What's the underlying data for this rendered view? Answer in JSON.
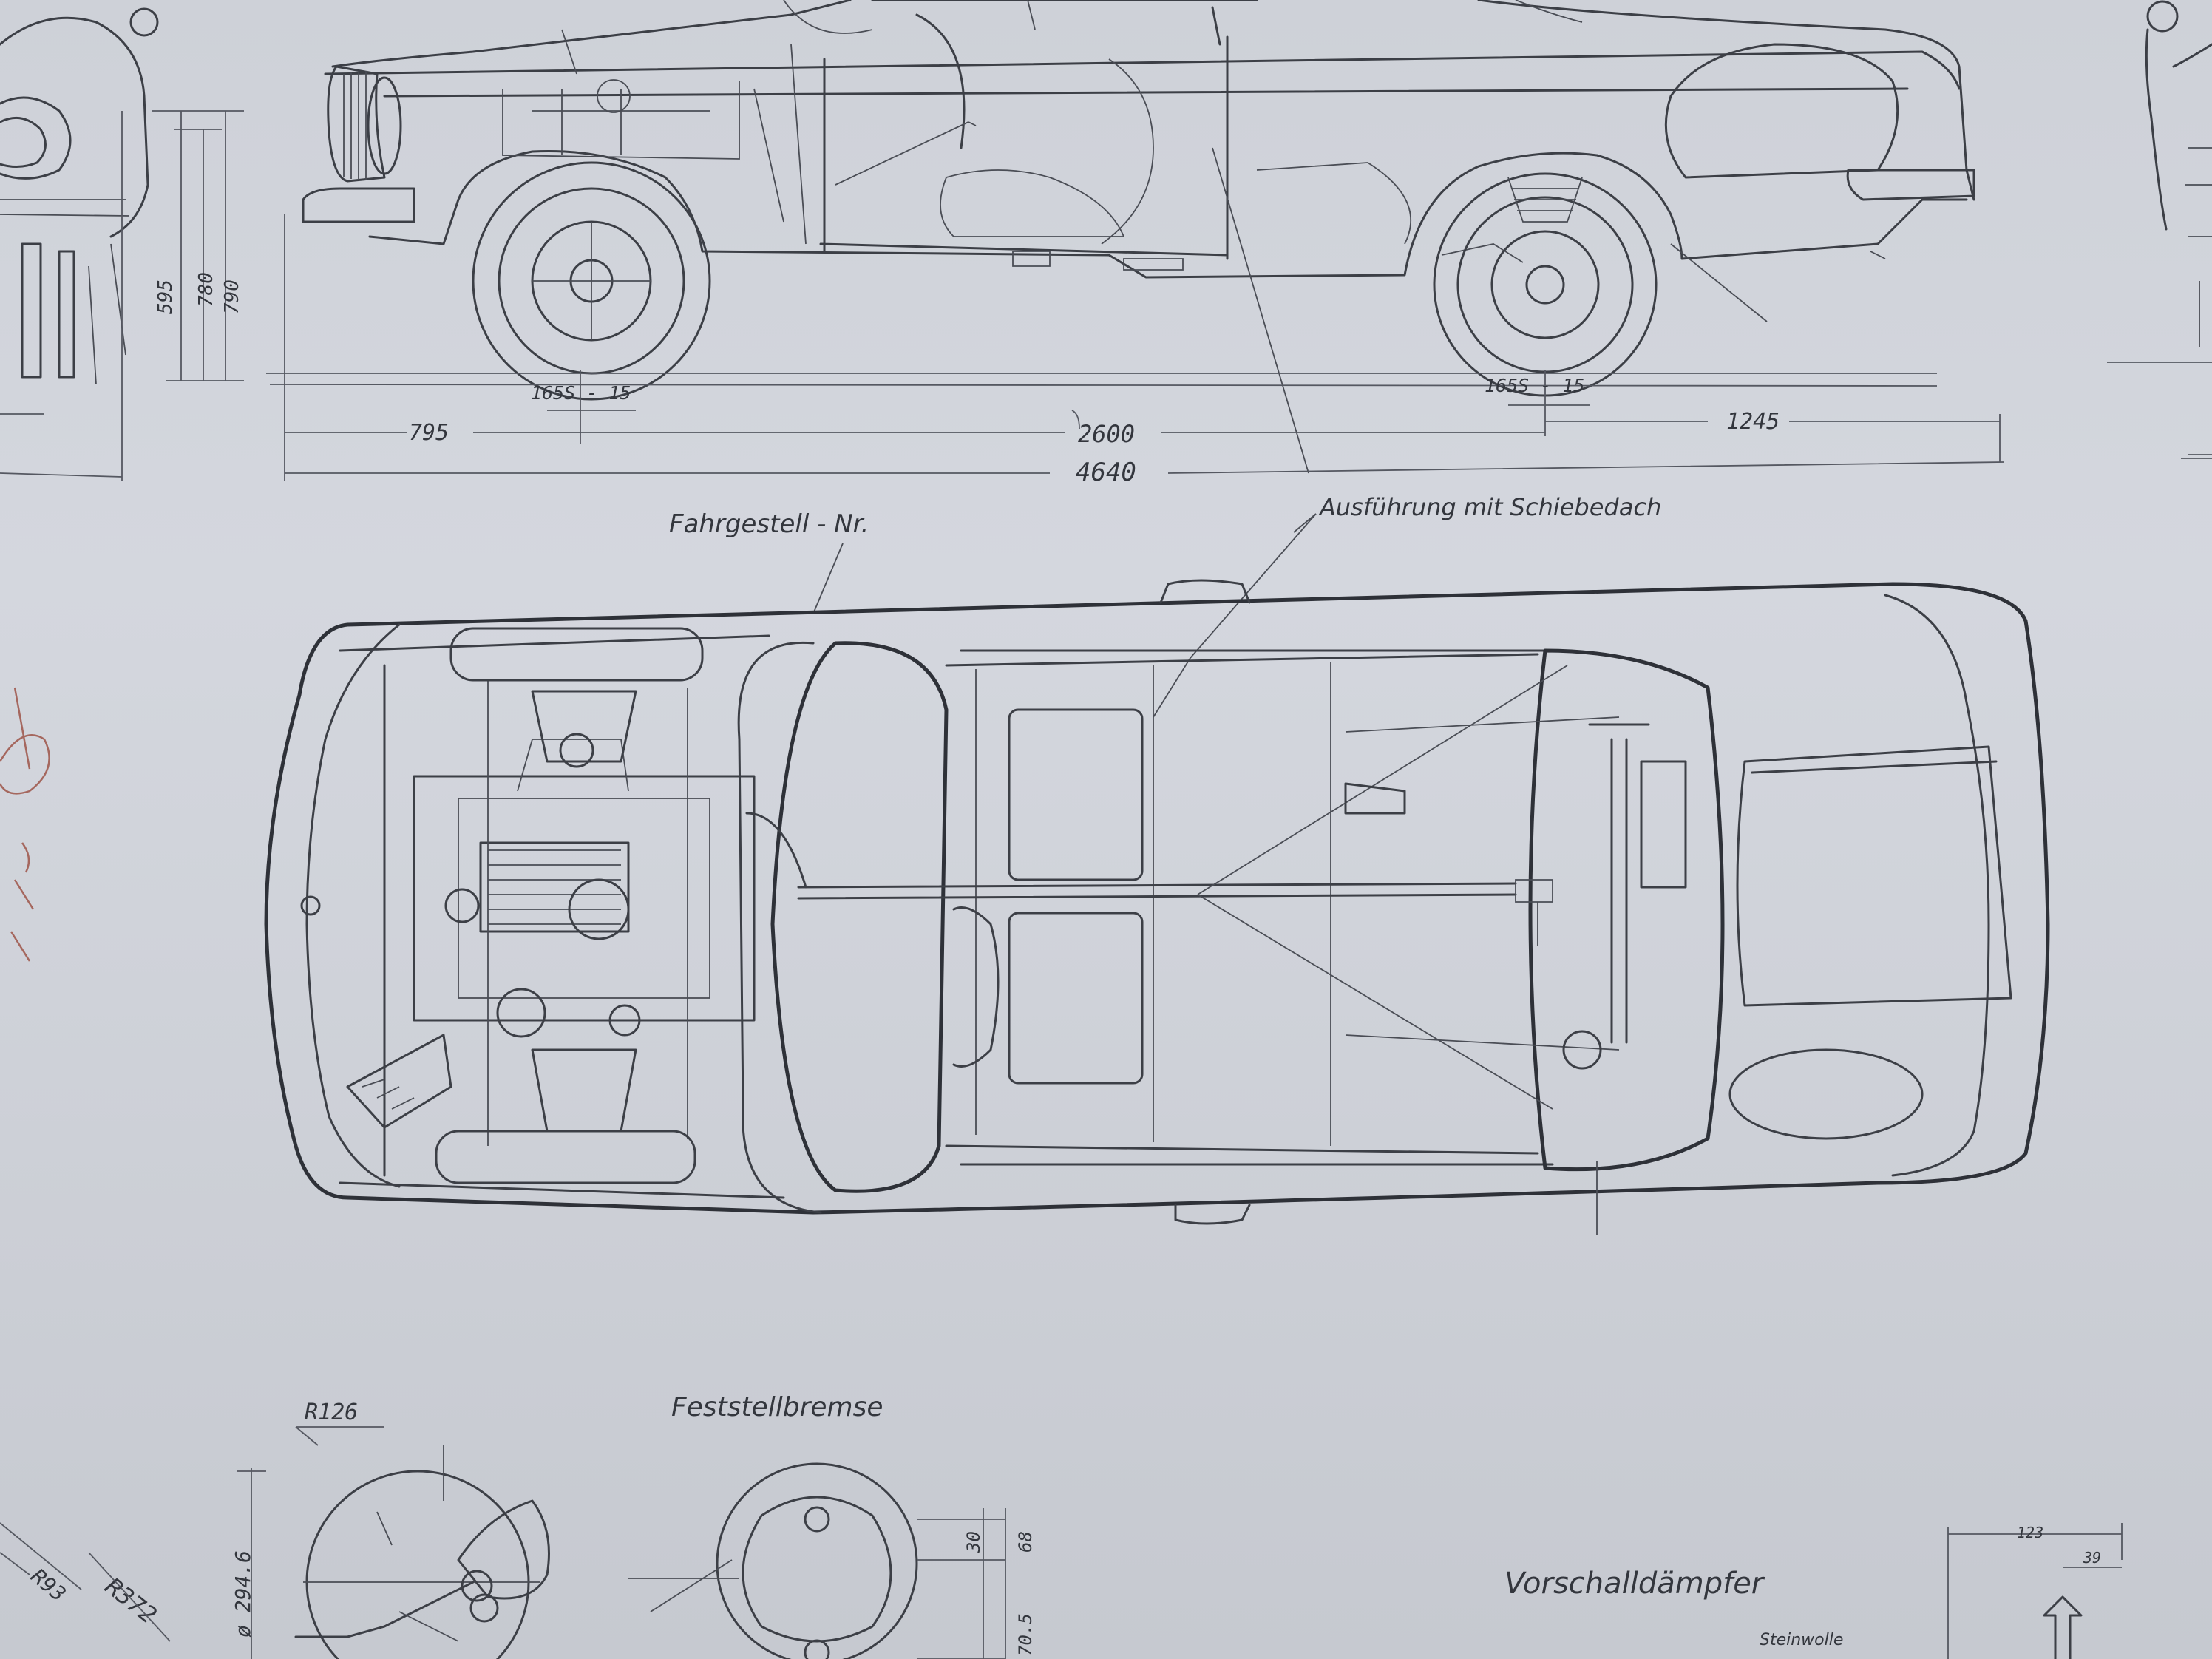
{
  "labels": {
    "fahrgestell": "Fahrgestell - Nr.",
    "schiebedach": "Ausführung mit Schiebedach",
    "feststellbremse": "Feststellbremse",
    "vorschalldaempfer": "Vorschalldämpfer",
    "steinwolle": "Steinwolle"
  },
  "dimensions": {
    "overall_length": "4640",
    "wheelbase": "2600",
    "front_overhang": "795",
    "rear_overhang": "1245",
    "tyre_front": "165S - 15",
    "tyre_rear": "165S - 15",
    "height_1": "595",
    "height_2": "780",
    "height_3": "790",
    "radius_r126": "R126",
    "radius_r93": "R93",
    "radius_r372": "R372",
    "drum_diameter": "ø 294.6",
    "brake_30": "30",
    "brake_68": "68",
    "brake_705": "70.5",
    "muffler_123": "123",
    "muffler_39": "39"
  }
}
